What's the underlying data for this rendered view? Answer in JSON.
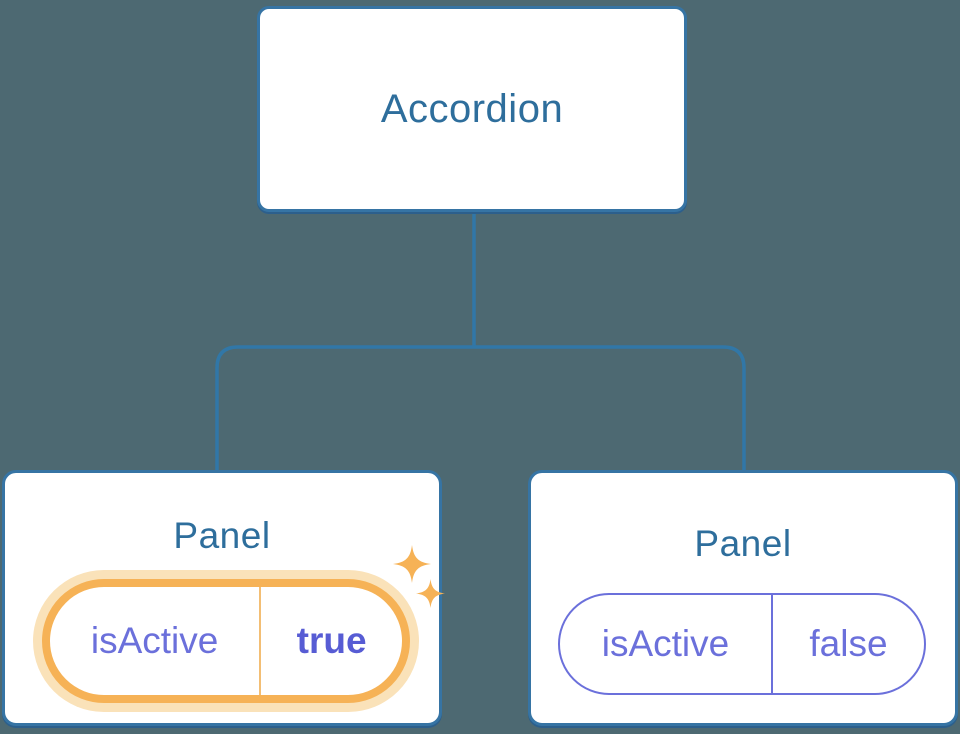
{
  "canvas": {
    "background_color": "#4D6972",
    "node_border_color": "#3674A4",
    "connector_color": "#3177A7",
    "node_text_color": "#2E6E9C",
    "state_text_color": "#6B70DB",
    "state_bold_color": "#575CD4",
    "highlight_orange": "#F6B256",
    "highlight_glow": "#FAE2B9"
  },
  "tree": {
    "root": {
      "label": "Accordion"
    },
    "children": [
      {
        "label": "Panel",
        "highlighted": true,
        "state": {
          "key": "isActive",
          "value": "true"
        }
      },
      {
        "label": "Panel",
        "highlighted": false,
        "state": {
          "key": "isActive",
          "value": "false"
        }
      }
    ]
  },
  "icons": {
    "sparkle_big": "sparkle-icon",
    "sparkle_small": "sparkle-icon"
  }
}
